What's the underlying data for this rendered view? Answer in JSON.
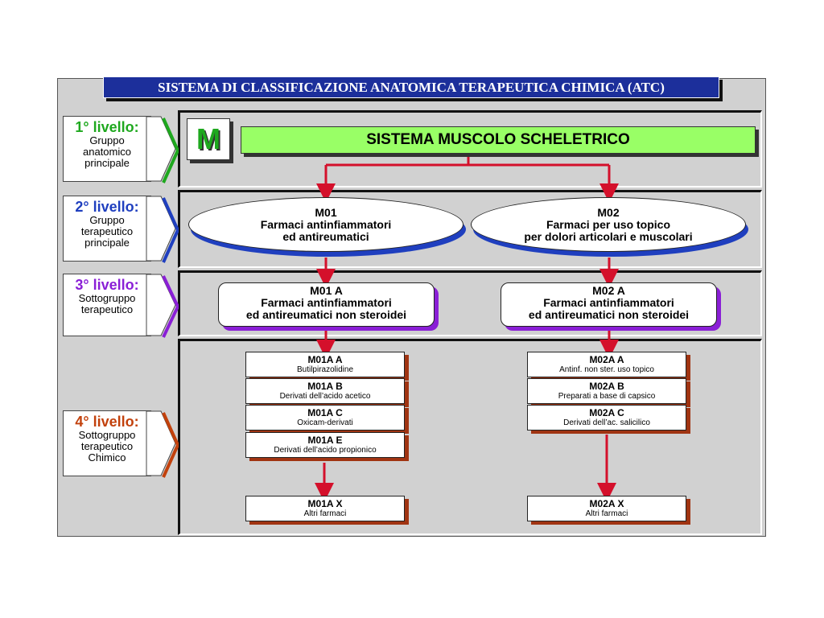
{
  "title": "SISTEMA DI CLASSIFICAZIONE ANATOMICA TERAPEUTICA CHIMICA (ATC)",
  "levels": [
    {
      "heading": "1° livello:",
      "desc": [
        "Gruppo",
        "anatomico",
        "principale"
      ],
      "color": "#1ea81e"
    },
    {
      "heading": "2° livello:",
      "desc": [
        "Gruppo",
        "terapeutico",
        "principale"
      ],
      "color": "#1f3fbf"
    },
    {
      "heading": "3° livello:",
      "desc": [
        "Sottogruppo",
        "terapeutico"
      ],
      "color": "#8a1fd6"
    },
    {
      "heading": "4° livello:",
      "desc": [
        "Sottogruppo",
        "terapeutico",
        "Chimico"
      ],
      "color": "#c2410c"
    }
  ],
  "level1": {
    "code": "M",
    "name": "SISTEMA MUSCOLO SCHELETRICO"
  },
  "level2": [
    {
      "code": "M01",
      "lines": [
        "Farmaci antinfiammatori",
        "ed antireumatici"
      ]
    },
    {
      "code": "M02",
      "lines": [
        "Farmaci per uso topico",
        "per dolori articolari e muscolari"
      ]
    }
  ],
  "level3": [
    {
      "code": "M01 A",
      "lines": [
        "Farmaci antinfiammatori",
        "ed antireumatici non steroidei"
      ]
    },
    {
      "code": "M02 A",
      "lines": [
        "Farmaci antinfiammatori",
        "ed antireumatici non steroidei"
      ]
    }
  ],
  "level4_left": [
    {
      "code": "M01A A",
      "name": "Butilpirazolidine"
    },
    {
      "code": "M01A B",
      "name": "Derivati dell’acido acetico"
    },
    {
      "code": "M01A C",
      "name": "Oxicam-derivati"
    },
    {
      "code": "M01A E",
      "name": "Derivati dell’acido propionico"
    },
    {
      "code": "M01A X",
      "name": "Altri farmaci"
    }
  ],
  "level4_right": [
    {
      "code": "M02A A",
      "name": "Antinf. non ster. uso topico"
    },
    {
      "code": "M02A B",
      "name": "Preparati a base di capsico"
    },
    {
      "code": "M02A C",
      "name": "Derivati dell’ac. salicilico"
    },
    {
      "code": "M02A X",
      "name": "Altri farmaci"
    }
  ],
  "colors": {
    "connector": "#d4102b",
    "frame": "#d1d1d1",
    "title_bg": "#1c2f9b",
    "banner": "#99ff66"
  }
}
